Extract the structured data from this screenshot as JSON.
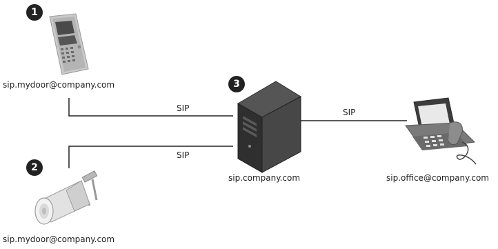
{
  "devices": {
    "door_station": {
      "number": "1",
      "address": "sip.mydoor@company.com",
      "icon": "door-station-icon"
    },
    "horn_speaker": {
      "number": "2",
      "address": "sip.mydoor@company.com",
      "icon": "horn-speaker-icon"
    },
    "sip_server": {
      "number": "3",
      "address": "sip.company.com",
      "icon": "server-tower-icon"
    },
    "desk_phone": {
      "address": "sip.office@company.com",
      "icon": "desk-phone-icon"
    }
  },
  "connections": [
    {
      "from": "door_station",
      "to": "sip_server",
      "label": "SIP"
    },
    {
      "from": "horn_speaker",
      "to": "sip_server",
      "label": "SIP"
    },
    {
      "from": "sip_server",
      "to": "desk_phone",
      "label": "SIP"
    }
  ]
}
